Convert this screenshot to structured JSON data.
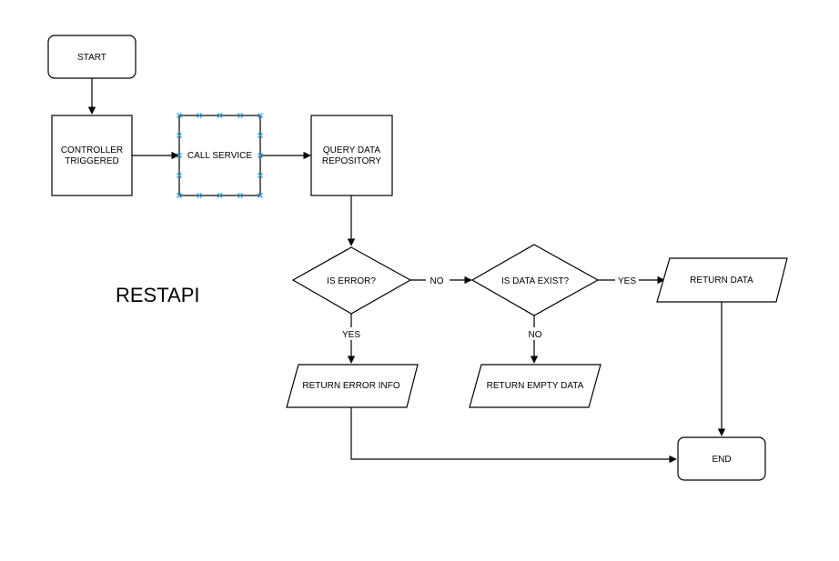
{
  "diagram": {
    "title": "RESTAPI",
    "nodes": {
      "start": "START",
      "controller_line1": "CONTROLLER",
      "controller_line2": "TRIGGERED",
      "call_service": "CALL SERVICE",
      "query_line1": "QUERY DATA",
      "query_line2": "REPOSITORY",
      "is_error": "IS ERROR?",
      "is_data_exist": "IS DATA EXIST?",
      "return_data": "RETURN DATA",
      "return_error_info": "RETURN ERROR INFO",
      "return_empty_data": "RETURN EMPTY DATA",
      "end": "END"
    },
    "edge_labels": {
      "error_no": "NO",
      "data_yes": "YES",
      "error_yes": "YES",
      "data_no": "NO"
    },
    "colors": {
      "stroke": "#000000",
      "selection_handle": "#29a3e0",
      "background": "#ffffff"
    }
  }
}
